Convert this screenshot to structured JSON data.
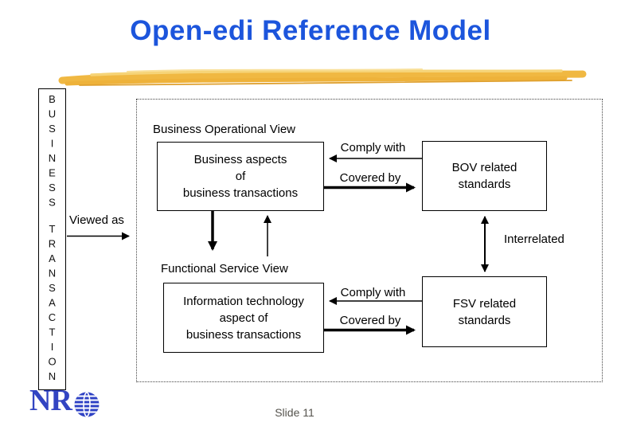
{
  "title": "Open-edi Reference Model",
  "slide_number": "Slide 11",
  "logo": {
    "text": "NR"
  },
  "sidebar": {
    "word1": "BUSINESS",
    "word2": "TRANSACTION"
  },
  "diagram": {
    "viewed_as": "Viewed as",
    "interrelated": "Interrelated",
    "bov": {
      "view_label": "Business Operational View",
      "aspect_box": [
        "Business aspects",
        "of",
        "business transactions"
      ],
      "comply_with": "Comply with",
      "covered_by": "Covered by",
      "standards_box": [
        "BOV related",
        "standards"
      ]
    },
    "fsv": {
      "view_label": "Functional Service View",
      "aspect_box": [
        "Information technology",
        "aspect of",
        "business transactions"
      ],
      "comply_with": "Comply with",
      "covered_by": "Covered by",
      "standards_box": [
        "FSV related",
        "standards"
      ]
    }
  },
  "colors": {
    "title_blue": "#1c55dc",
    "logo_blue": "#3244c2",
    "brush_gold": "#f0b842",
    "line_black": "#000000",
    "slide_number_gray": "#55534d"
  }
}
